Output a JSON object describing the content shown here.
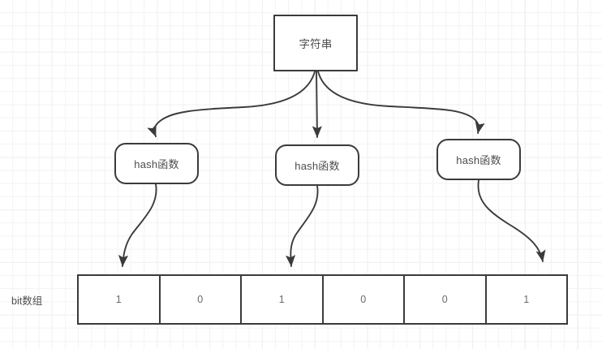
{
  "diagram": {
    "title": "bloom-filter-hashing",
    "background": {
      "grid_minor_color": "#f3f3f3",
      "grid_major_color": "#eaeaea",
      "page_color": "#ffffff"
    },
    "style": {
      "stroke_color": "#3b3b3b",
      "text_color": "#4d4d4d",
      "value_text_color": "#6a6a6a"
    },
    "source_node": {
      "label": "字符串",
      "shape": "rectangle"
    },
    "hash_nodes": [
      {
        "label": "hash函数",
        "shape": "rounded-rectangle"
      },
      {
        "label": "hash函数",
        "shape": "rounded-rectangle"
      },
      {
        "label": "hash函数",
        "shape": "rounded-rectangle"
      }
    ],
    "bit_array": {
      "label": "bit数组",
      "cells": [
        {
          "value": "1"
        },
        {
          "value": "0"
        },
        {
          "value": "1"
        },
        {
          "value": "0"
        },
        {
          "value": "0"
        },
        {
          "value": "1"
        }
      ]
    },
    "edges": [
      {
        "from": "字符串",
        "to": "hash函数 1",
        "style": "curved-arrow"
      },
      {
        "from": "字符串",
        "to": "hash函数 2",
        "style": "straight-arrow"
      },
      {
        "from": "字符串",
        "to": "hash函数 3",
        "style": "curved-arrow"
      },
      {
        "from": "hash函数 1",
        "to": "bit-cell-1",
        "style": "curved-arrow"
      },
      {
        "from": "hash函数 2",
        "to": "bit-cell-3",
        "style": "curved-arrow"
      },
      {
        "from": "hash函数 3",
        "to": "bit-cell-6",
        "style": "curved-arrow"
      }
    ]
  }
}
